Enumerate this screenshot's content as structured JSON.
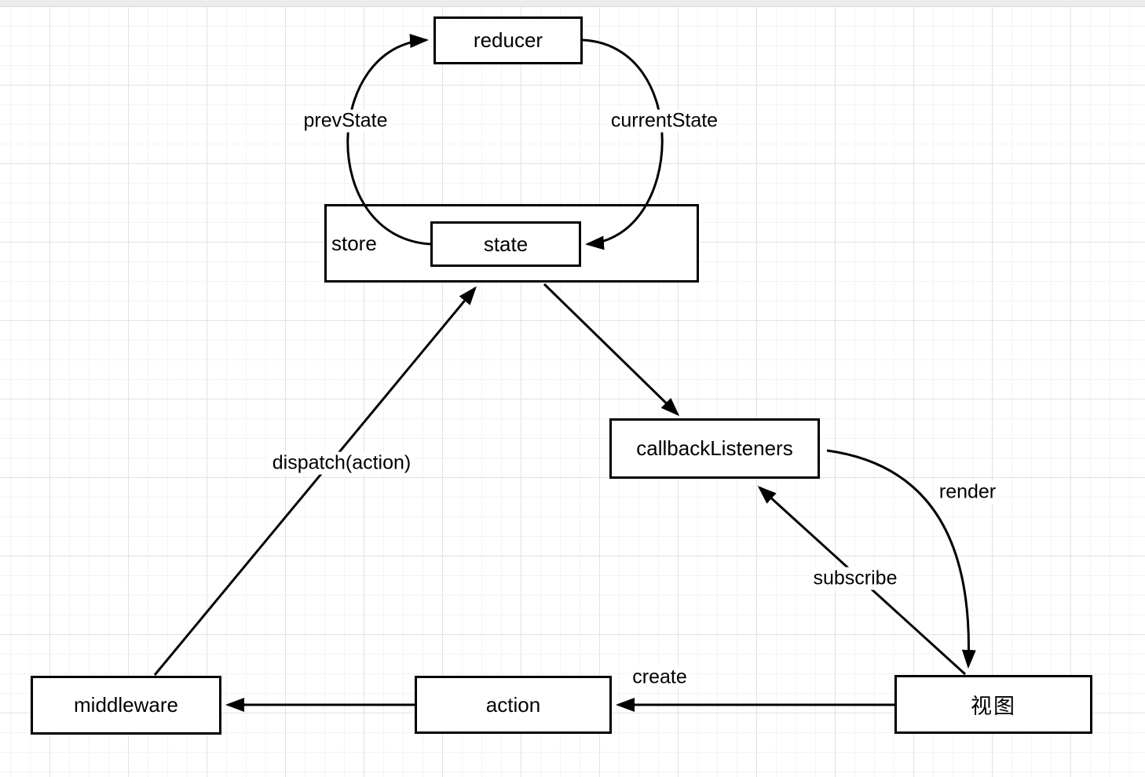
{
  "nodes": {
    "reducer": {
      "label": "reducer"
    },
    "store": {
      "label": "store"
    },
    "state": {
      "label": "state"
    },
    "callback_listeners": {
      "label": "callbackListeners"
    },
    "middleware": {
      "label": "middleware"
    },
    "action": {
      "label": "action"
    },
    "view": {
      "label": "视图"
    }
  },
  "edges": {
    "prev_state": {
      "label": "prevState"
    },
    "current_state": {
      "label": "currentState"
    },
    "dispatch": {
      "label": "dispatch(action)"
    },
    "create": {
      "label": "create"
    },
    "subscribe": {
      "label": "subscribe"
    },
    "render": {
      "label": "render"
    }
  },
  "colors": {
    "stroke": "#000000",
    "node_fill": "#ffffff",
    "grid_minor": "#f4f3f3",
    "grid_major": "#e2e2e2",
    "top_strip": "#ececec"
  }
}
